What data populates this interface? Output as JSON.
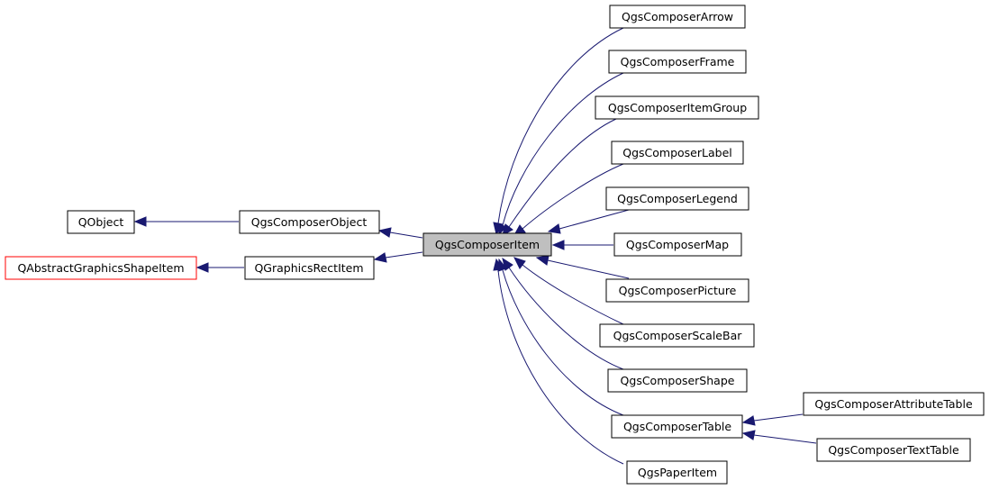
{
  "colors": {
    "edge": "#191970",
    "node_border": "#000000",
    "external_border": "#ff0000",
    "highlight_fill": "#bfbfbf"
  },
  "nodes": {
    "qobject": "QObject",
    "qabstract": "QAbstractGraphicsShapeItem",
    "composer_object": "QgsComposerObject",
    "graphics_rect": "QGraphicsRectItem",
    "composer_item": "QgsComposerItem",
    "arrow": "QgsComposerArrow",
    "frame": "QgsComposerFrame",
    "item_group": "QgsComposerItemGroup",
    "label": "QgsComposerLabel",
    "legend": "QgsComposerLegend",
    "map": "QgsComposerMap",
    "picture": "QgsComposerPicture",
    "scalebar": "QgsComposerScaleBar",
    "shape": "QgsComposerShape",
    "table": "QgsComposerTable",
    "paper": "QgsPaperItem",
    "attribute_table": "QgsComposerAttributeTable",
    "text_table": "QgsComposerTextTable"
  }
}
